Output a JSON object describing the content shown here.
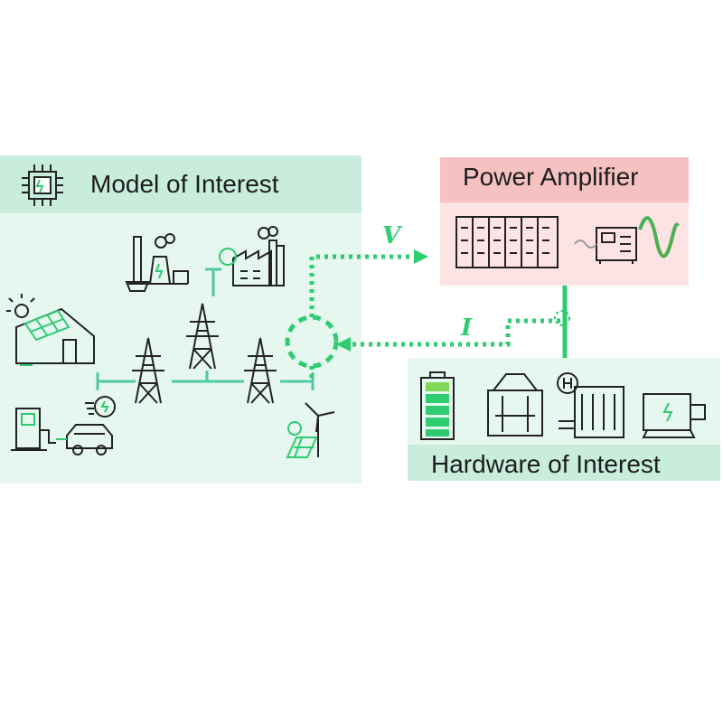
{
  "model": {
    "title": "Model of Interest"
  },
  "amplifier": {
    "title": "Power Amplifier"
  },
  "hardware": {
    "title": "Hardware of Interest"
  },
  "signals": {
    "voltage": "V",
    "current": "I"
  },
  "icons": {
    "model": [
      "chip-icon",
      "power-plant-icon",
      "factory-icon",
      "solar-house-icon",
      "transmission-tower-icon",
      "ev-charger-icon",
      "electric-car-icon",
      "fast-charge-icon",
      "wind-turbine-icon",
      "solar-panel-icon"
    ],
    "amplifier": [
      "server-rack-icon",
      "signal-generator-icon",
      "sine-wave-icon"
    ],
    "hardware": [
      "battery-icon",
      "electrolyzer-icon",
      "heat-exchanger-icon",
      "electric-motor-icon"
    ]
  },
  "colors": {
    "accent": "#2ecc71",
    "model_bg": "#e6f7f0",
    "model_header": "#c8eddc",
    "amp_bg": "#fde3e3",
    "amp_header": "#f6c1c1",
    "grid_line": "#4fc9a4"
  }
}
